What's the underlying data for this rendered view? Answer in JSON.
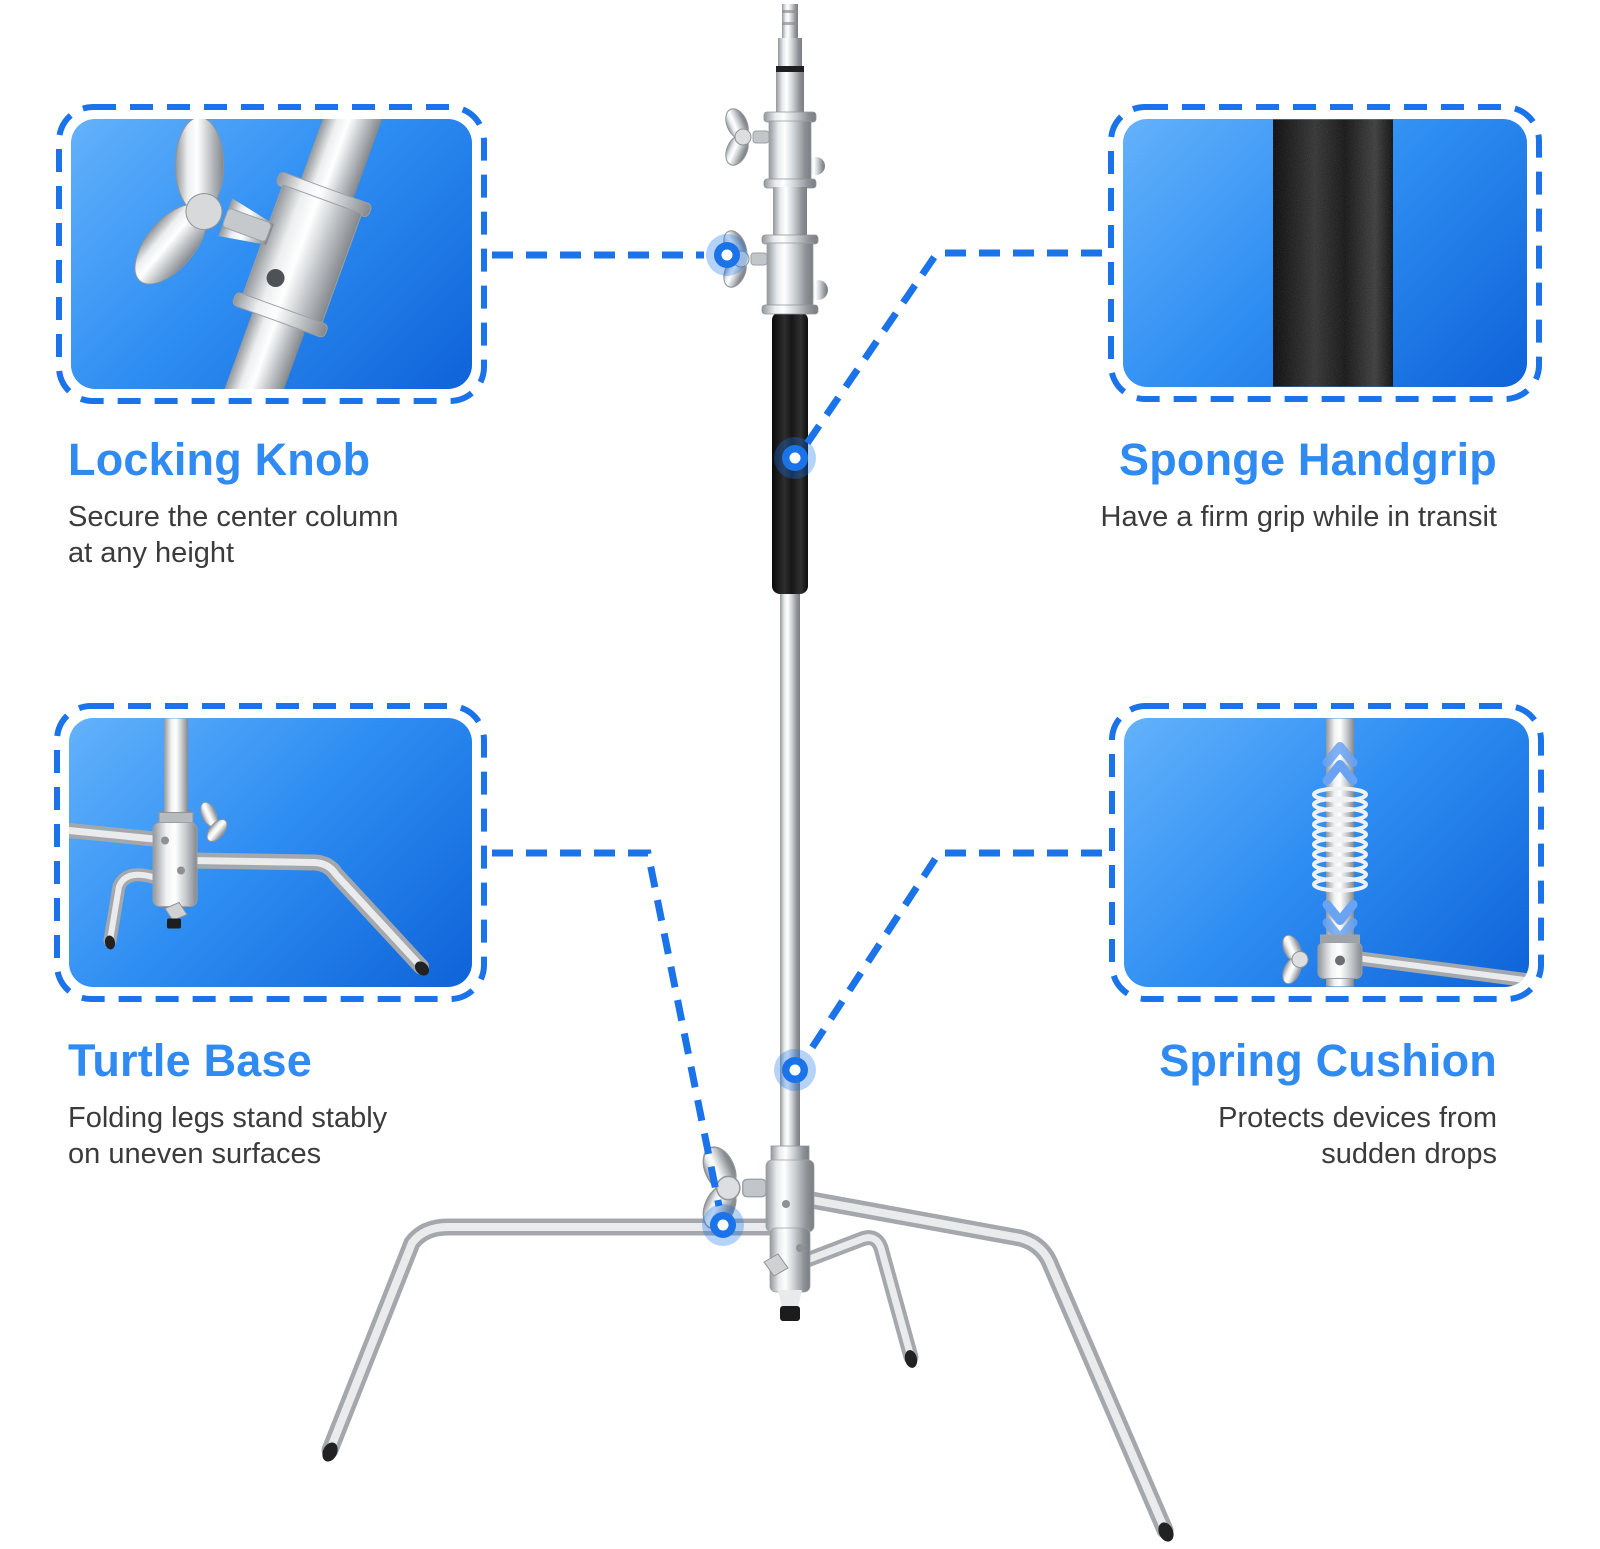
{
  "page": {
    "background": "#ffffff"
  },
  "colors": {
    "accent_blue": "#1a73e8",
    "title_blue": "#2f8af2",
    "text_dark": "#3b3b3b",
    "panel_gradient_start": "#63b2fb",
    "panel_gradient_end": "#0e63d8",
    "sponge_black": "#141414",
    "steel_light": "#f2f3f4",
    "steel_dark": "#7a7e83"
  },
  "callouts": [
    {
      "id": "locking-knob",
      "title": "Locking Knob",
      "desc_lines": [
        "Secure the center column",
        "at any height"
      ],
      "align": "left",
      "image": "locking-knob-closeup"
    },
    {
      "id": "sponge-handgrip",
      "title": "Sponge Handgrip",
      "desc_lines": [
        "Have a firm grip while in transit"
      ],
      "align": "right",
      "image": "sponge-handgrip-closeup"
    },
    {
      "id": "turtle-base",
      "title": "Turtle Base",
      "desc_lines": [
        "Folding legs stand stably",
        "on uneven surfaces"
      ],
      "align": "left",
      "image": "turtle-base-closeup"
    },
    {
      "id": "spring-cushion",
      "title": "Spring Cushion",
      "desc_lines": [
        "Protects devices from",
        "sudden drops"
      ],
      "align": "right",
      "image": "spring-cushion-closeup"
    }
  ]
}
